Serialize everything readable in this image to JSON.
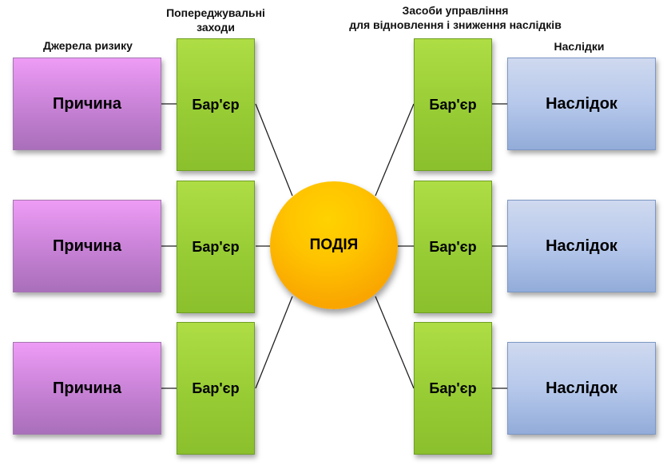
{
  "headings": {
    "risk_sources": "Джерела ризику",
    "preventive_line1": "Попереджувальні",
    "preventive_line2": "заходи",
    "controls_line1": "Засоби управління",
    "controls_line2": "для відновлення і зниження наслідків",
    "consequences": "Наслідки"
  },
  "causes": [
    "Причина",
    "Причина",
    "Причина"
  ],
  "preventive_barriers": [
    "Бар'єр",
    "Бар'єр",
    "Бар'єр"
  ],
  "event": "ПОДІЯ",
  "recovery_barriers": [
    "Бар'єр",
    "Бар'єр",
    "Бар'єр"
  ],
  "consequences": [
    "Наслідок",
    "Наслідок",
    "Наслідок"
  ],
  "colors": {
    "cause_fill": "#cb84d9",
    "barrier_fill": "#98cc35",
    "event_fill": "#ffc400",
    "consequence_fill": "#b6c8eb",
    "connector": "#222222"
  }
}
